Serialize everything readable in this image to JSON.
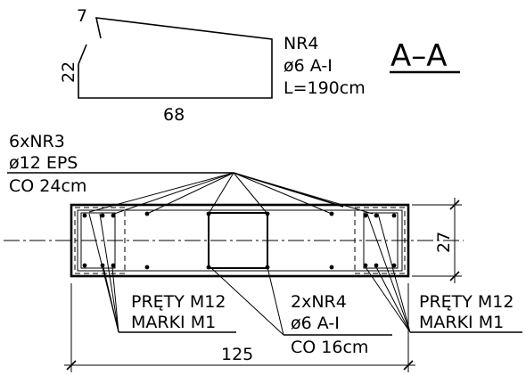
{
  "section": {
    "title": "A–A"
  },
  "bar_shape": {
    "dim_top": "7",
    "dim_side": "22",
    "dim_bottom": "68",
    "label_lines": [
      "NR4",
      "ø6 A-I",
      "L=190cm"
    ]
  },
  "top_callout": {
    "lines": [
      "6xNR3",
      "ø12 EPS",
      "CO 24cm"
    ]
  },
  "bottom_left_callout": {
    "lines": [
      "PRĘTY M12",
      "MARKI M1"
    ]
  },
  "bottom_center_callout": {
    "lines": [
      "2xNR4",
      "ø6 A-I",
      "CO 16cm"
    ]
  },
  "bottom_right_callout": {
    "lines": [
      "PRĘTY M12",
      "MARKI M1"
    ]
  },
  "dimensions": {
    "width": "125",
    "height": "27"
  }
}
